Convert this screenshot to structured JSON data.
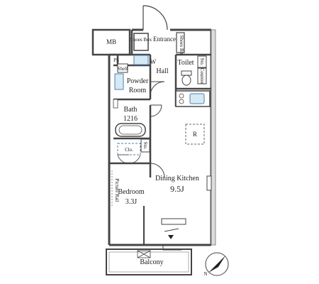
{
  "labels": {
    "mb": "MB",
    "shoes_box": "Shoes Box",
    "entrance": "Entrance",
    "shoes_bit": "Shoes Bit",
    "ps": "PS",
    "w": "W",
    "hall": "Hall",
    "toilet": "Toilet",
    "sto_top": "Sto.",
    "counter": "Counter",
    "shelf": "Shelf",
    "powder_room": "Powder Room",
    "bath": "Bath",
    "bath_size": "1216",
    "r": "R",
    "sto_mid": "Sto.",
    "clo": "Clo.",
    "dining_kitchen": "Dining Kitchen",
    "dk_size": "9.5J",
    "picture_rail": "Picture Rail",
    "bedroom": "Bedroom",
    "bedroom_size": "3.3J",
    "balcony": "Balcony",
    "north": "N"
  },
  "colors": {
    "wall": "#444444",
    "light_wall": "#9a9a9a",
    "fixture_fill": "#d6eaf5",
    "dashed": "#4f7fb0"
  }
}
